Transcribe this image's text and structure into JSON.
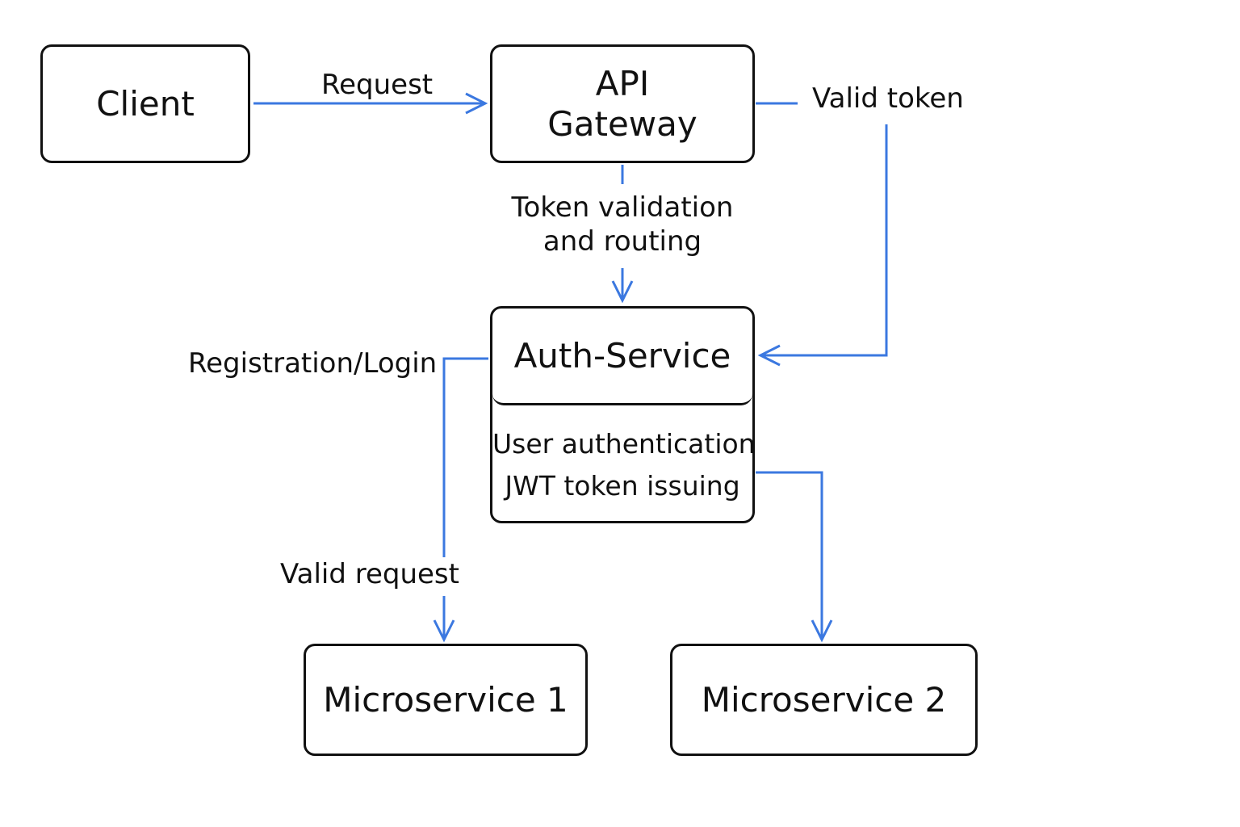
{
  "diagram": {
    "accent_color": "#3b78e0",
    "nodes": {
      "client": "Client",
      "gateway": "API\nGateway",
      "auth_service": {
        "title": "Auth-Service",
        "details": [
          "User authentication",
          "JWT token issuing"
        ]
      },
      "microservice_1": "Microservice 1",
      "microservice_2": "Microservice 2"
    },
    "edges": {
      "request": "Request",
      "valid_token": "Valid token",
      "token_validation": "Token validation\nand routing",
      "registration_login": "Registration/Login",
      "valid_request": "Valid request"
    }
  }
}
